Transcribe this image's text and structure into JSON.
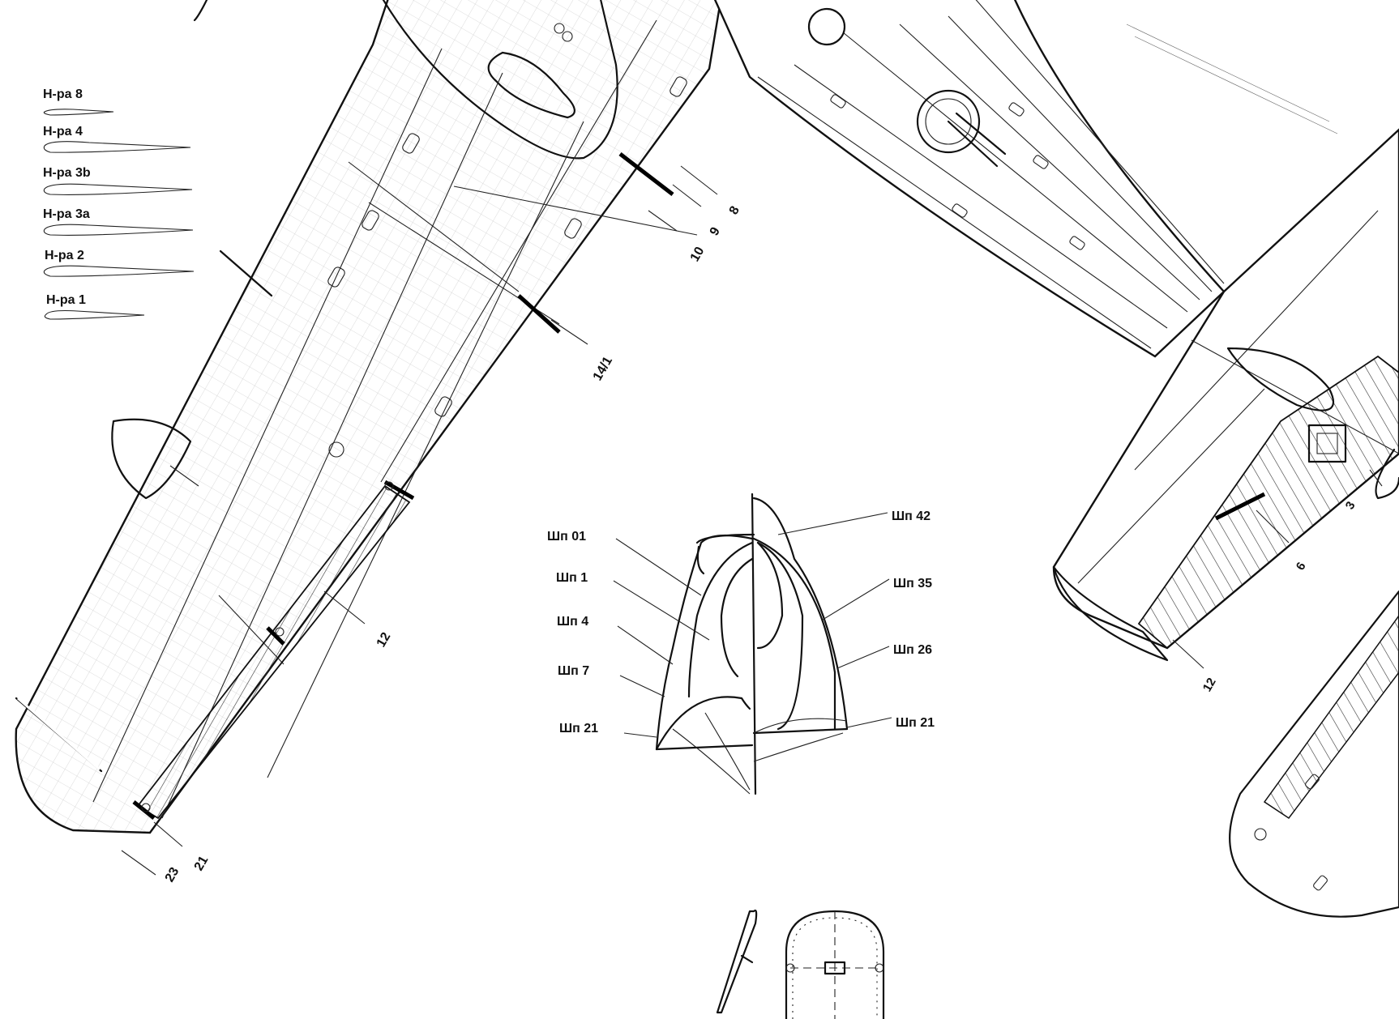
{
  "section_legend": [
    {
      "label": "Н-ра 8"
    },
    {
      "label": "Н-ра 4"
    },
    {
      "label": "Н-ра 3b"
    },
    {
      "label": "Н-ра 3а"
    },
    {
      "label": "Н-ра 2"
    },
    {
      "label": "Н-ра 1"
    }
  ],
  "wing_callouts": [
    "8",
    "9",
    "10",
    "14/1",
    "12",
    "21",
    "23"
  ],
  "tail_callouts": [
    "3",
    "6",
    "12"
  ],
  "frame_labels_left": [
    "Шп 01",
    "Шп 1",
    "Шп 4",
    "Шп 7",
    "Шп 21"
  ],
  "frame_labels_right": [
    "Шп 42",
    "Шп 35",
    "Шп 26",
    "Шп 21"
  ]
}
